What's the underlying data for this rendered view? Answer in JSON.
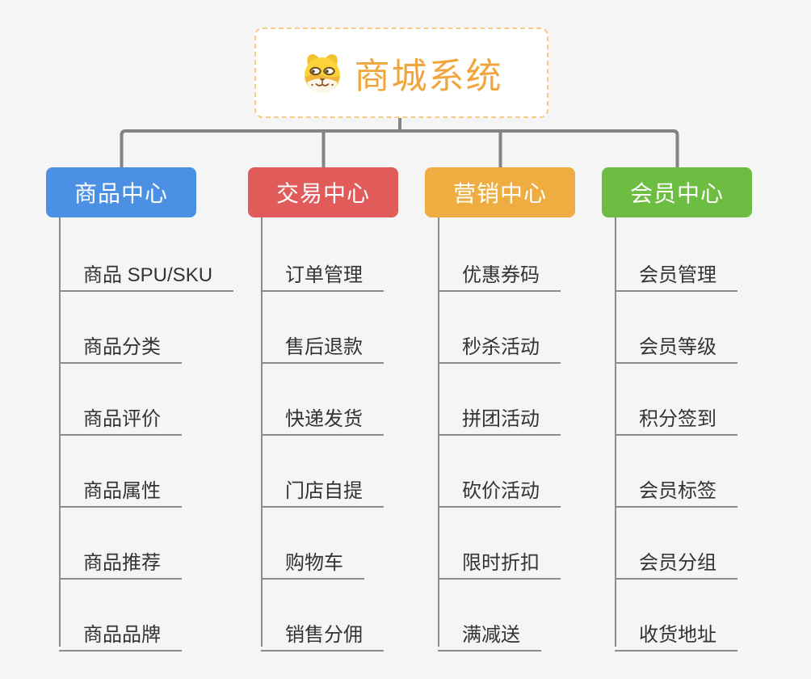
{
  "root": {
    "title": "商城系统",
    "icon": "dog-face-icon"
  },
  "branches": [
    {
      "label": "商品中心",
      "color": "#4C90E4",
      "items": [
        "商品 SPU/SKU",
        "商品分类",
        "商品评价",
        "商品属性",
        "商品推荐",
        "商品品牌"
      ]
    },
    {
      "label": "交易中心",
      "color": "#E15B5B",
      "items": [
        "订单管理",
        "售后退款",
        "快递发货",
        "门店自提",
        "购物车",
        "销售分佣"
      ]
    },
    {
      "label": "营销中心",
      "color": "#EEAC41",
      "items": [
        "优惠券码",
        "秒杀活动",
        "拼团活动",
        "砍价活动",
        "限时折扣",
        "满减送"
      ]
    },
    {
      "label": "会员中心",
      "color": "#6DBD42",
      "items": [
        "会员管理",
        "会员等级",
        "积分签到",
        "会员标签",
        "会员分组",
        "收货地址"
      ]
    }
  ],
  "colors": {
    "background": "#F5F5F5",
    "connector": "#848484",
    "underline": "#8C8C8C",
    "item_text": "#333333",
    "branch_text": "#FFFFFF",
    "root_text": "#F0A63D",
    "root_border": "#F5CB85",
    "root_background": "#FFFFFF"
  }
}
